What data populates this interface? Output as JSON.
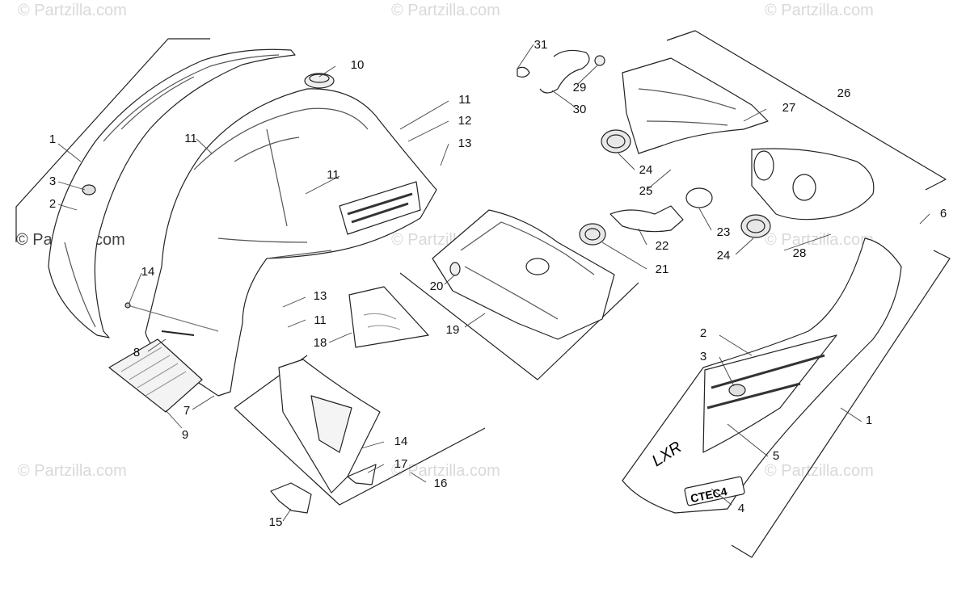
{
  "diagram": {
    "watermark_text": "© Partzilla.com",
    "callouts": [
      {
        "id": "c1a",
        "label": "1"
      },
      {
        "id": "c1b",
        "label": "1"
      },
      {
        "id": "c2a",
        "label": "2"
      },
      {
        "id": "c2b",
        "label": "2"
      },
      {
        "id": "c3a",
        "label": "3"
      },
      {
        "id": "c3b",
        "label": "3"
      },
      {
        "id": "c4",
        "label": "4"
      },
      {
        "id": "c5",
        "label": "5"
      },
      {
        "id": "c6",
        "label": "6"
      },
      {
        "id": "c7",
        "label": "7"
      },
      {
        "id": "c8",
        "label": "8"
      },
      {
        "id": "c9",
        "label": "9"
      },
      {
        "id": "c10",
        "label": "10"
      },
      {
        "id": "c11a",
        "label": "11"
      },
      {
        "id": "c11b",
        "label": "11"
      },
      {
        "id": "c11c",
        "label": "11"
      },
      {
        "id": "c11d",
        "label": "11"
      },
      {
        "id": "c12",
        "label": "12"
      },
      {
        "id": "c13a",
        "label": "13"
      },
      {
        "id": "c13b",
        "label": "13"
      },
      {
        "id": "c14a",
        "label": "14"
      },
      {
        "id": "c14b",
        "label": "14"
      },
      {
        "id": "c15",
        "label": "15"
      },
      {
        "id": "c16",
        "label": "16"
      },
      {
        "id": "c17",
        "label": "17"
      },
      {
        "id": "c18",
        "label": "18"
      },
      {
        "id": "c19",
        "label": "19"
      },
      {
        "id": "c20",
        "label": "20"
      },
      {
        "id": "c21",
        "label": "21"
      },
      {
        "id": "c22",
        "label": "22"
      },
      {
        "id": "c23",
        "label": "23"
      },
      {
        "id": "c24a",
        "label": "24"
      },
      {
        "id": "c24b",
        "label": "24"
      },
      {
        "id": "c25",
        "label": "25"
      },
      {
        "id": "c26",
        "label": "26"
      },
      {
        "id": "c27",
        "label": "27"
      },
      {
        "id": "c28",
        "label": "28"
      },
      {
        "id": "c29",
        "label": "29"
      },
      {
        "id": "c30",
        "label": "30"
      },
      {
        "id": "c31",
        "label": "31"
      }
    ],
    "decal_text_lxr": "LXR",
    "decal_text_ctec": "CTEC4"
  }
}
